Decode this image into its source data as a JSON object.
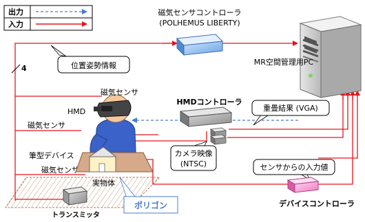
{
  "legend": {
    "output_label": "出力",
    "input_label": "入力",
    "output_color": "#4a7bd0",
    "input_color": "#e8141c"
  },
  "labels": {
    "magnetic_controller_line1": "磁気センサコントローラ",
    "magnetic_controller_line2": "(POLHEMUS LIBERTY)",
    "pc": "MR空間管理用PC",
    "bus_count": "4",
    "pose_info": "位置姿勢情報",
    "hmd_sensor": "磁気センサ",
    "hmd": "HMD",
    "hmd_controller": "HMDコントローラ",
    "overlay_result": "重畳結果 (VGA)",
    "body_sensor": "磁気センサ",
    "pen_device": "筆型デバイス",
    "camera_video_line1": "カメラ映像",
    "camera_video_line2": "(NTSC)",
    "input_from_sensor": "センサからの入力値",
    "object_sensor": "磁気センサ",
    "real_object": "実物体",
    "polygon": "ポリゴン",
    "device_controller": "デバイスコントローラ",
    "transmitter": "トランスミッタ"
  },
  "icons": [
    "pc-tower-icon",
    "controller-box-icon",
    "hmd-user-icon",
    "transmitter-box-icon",
    "house-object-icon"
  ]
}
